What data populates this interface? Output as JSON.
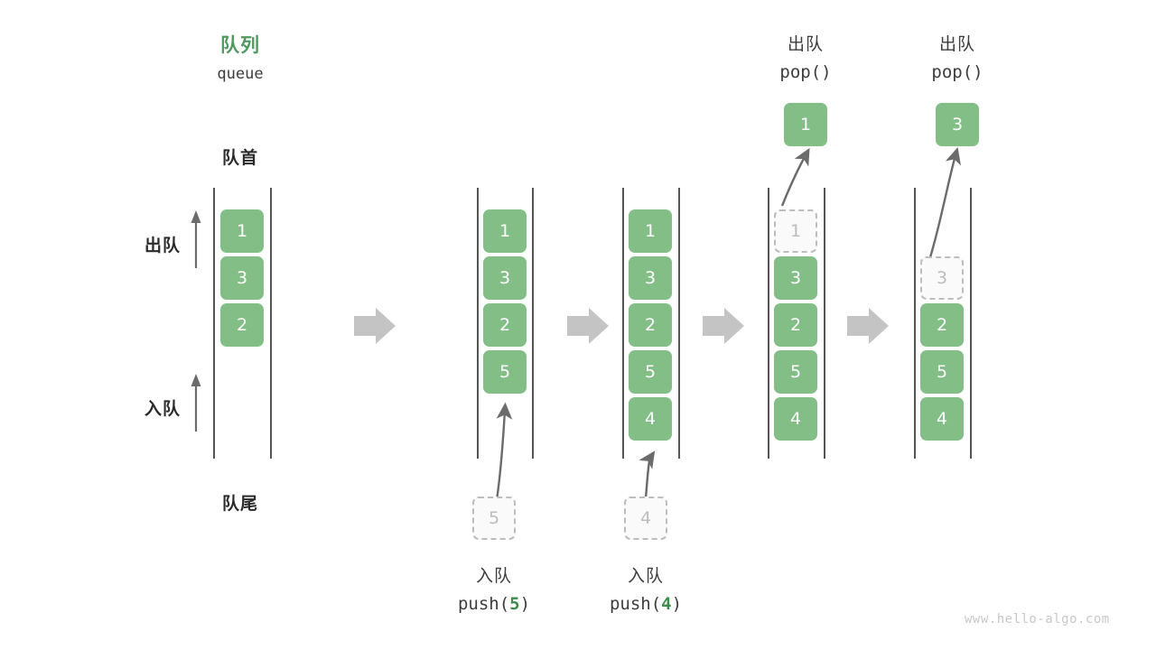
{
  "header": {
    "title_cn": "队列",
    "title_en": "queue",
    "front_label": "队首",
    "rear_label": "队尾",
    "dequeue_side_label": "出队",
    "enqueue_side_label": "入队"
  },
  "colors": {
    "accent_green": "#4e9a5f",
    "cell_green": "#82be86",
    "ghost_gray": "#bdbdbd",
    "rail_gray": "#555555",
    "arrow_gray": "#c4c4c4",
    "curve_gray": "#6b6b6b",
    "text_dark": "#2b2b2b",
    "watermark": "#c8c8c8"
  },
  "watermark": "www.hello-algo.com",
  "chart_data": {
    "type": "diagram",
    "title": "队列 queue",
    "description": "Queue push/pop operation sequence, elements enter at the rear (bottom) and leave at the front (top).",
    "stages": [
      {
        "id": "initial",
        "top_label_cn": "",
        "top_label_code": "",
        "cells": [
          "1",
          "3",
          "2"
        ],
        "ghost_in_queue": null,
        "ghost_outside": null,
        "bottom_label_cn": "",
        "bottom_label_code": ""
      },
      {
        "id": "push-5",
        "top_label_cn": "",
        "top_label_code": "",
        "cells": [
          "1",
          "3",
          "2",
          "5"
        ],
        "ghost_in_queue": null,
        "ghost_outside": "5",
        "bottom_label_cn": "入队",
        "bottom_label_code": "push(5)",
        "bottom_label_code_num": "5"
      },
      {
        "id": "push-4",
        "top_label_cn": "",
        "top_label_code": "",
        "cells": [
          "1",
          "3",
          "2",
          "5",
          "4"
        ],
        "ghost_in_queue": null,
        "ghost_outside": "4",
        "bottom_label_cn": "入队",
        "bottom_label_code": "push(4)",
        "bottom_label_code_num": "4"
      },
      {
        "id": "pop-1",
        "top_label_cn": "出队",
        "top_label_code": "pop()",
        "popped_value": "1",
        "cells": [
          "3",
          "2",
          "5",
          "4"
        ],
        "ghost_in_queue": {
          "value": "1",
          "slot": 0
        },
        "ghost_outside": null,
        "bottom_label_cn": "",
        "bottom_label_code": ""
      },
      {
        "id": "pop-3",
        "top_label_cn": "出队",
        "top_label_code": "pop()",
        "popped_value": "3",
        "cells": [
          "2",
          "5",
          "4"
        ],
        "ghost_in_queue": {
          "value": "3",
          "slot": 1
        },
        "ghost_outside": null,
        "bottom_label_cn": "",
        "bottom_label_code": ""
      }
    ],
    "flow_arrows": 4,
    "legend": {
      "dequeue_direction": "出队",
      "enqueue_direction": "入队"
    }
  }
}
